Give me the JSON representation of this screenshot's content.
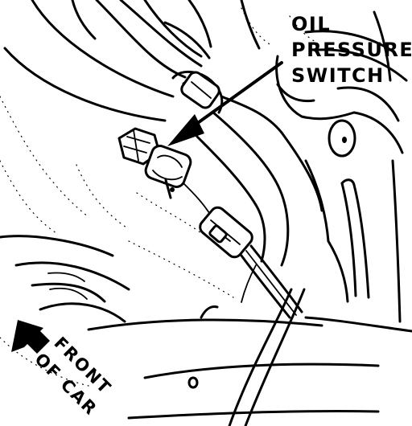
{
  "callout": {
    "line1": "OIL",
    "line2": "PRESSURE",
    "line3": "SWITCH"
  },
  "direction": {
    "line1": "FRONT",
    "line2": "OF CAR"
  }
}
